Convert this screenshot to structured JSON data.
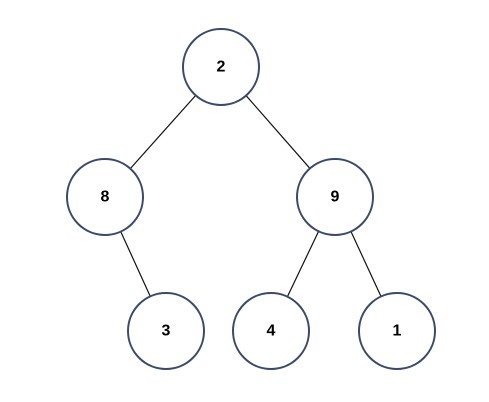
{
  "tree": {
    "nodes": [
      {
        "id": "n2",
        "label": "2"
      },
      {
        "id": "n8",
        "label": "8"
      },
      {
        "id": "n9",
        "label": "9"
      },
      {
        "id": "n3",
        "label": "3"
      },
      {
        "id": "n4",
        "label": "4"
      },
      {
        "id": "n1",
        "label": "1"
      }
    ],
    "edges": [
      {
        "from": "n2",
        "to": "n8"
      },
      {
        "from": "n2",
        "to": "n9"
      },
      {
        "from": "n8",
        "to": "n3"
      },
      {
        "from": "n9",
        "to": "n4"
      },
      {
        "from": "n9",
        "to": "n1"
      }
    ]
  },
  "colors": {
    "node_border": "#3b4a6b",
    "node_fill": "#ffffff",
    "edge": "#111111",
    "text": "#000000"
  }
}
